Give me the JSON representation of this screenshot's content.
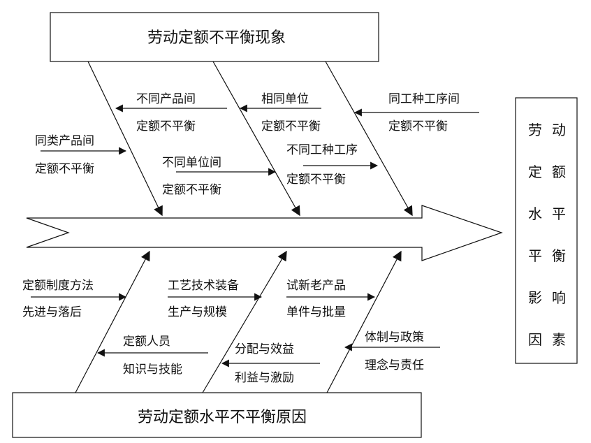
{
  "top_box": {
    "title": "劳动定额不平衡现象"
  },
  "bottom_box": {
    "title": "劳动定额水平不平衡原因"
  },
  "side_box": {
    "chars": [
      "劳",
      "动",
      "定",
      "额",
      "水",
      "平",
      "平",
      "衡",
      "影",
      "响",
      "因",
      "素"
    ]
  },
  "top_labels": [
    {
      "line1": "不同产品间",
      "line2": "定额不平衡"
    },
    {
      "line1": "相同单位",
      "line2": "定额不平衡"
    },
    {
      "line1": "同工种工序间",
      "line2": "定额不平衡"
    },
    {
      "line1": "同类产品间",
      "line2": "定额不平衡"
    },
    {
      "line1": "不同单位间",
      "line2": "定额不平衡"
    },
    {
      "line1": "不同工种工序",
      "line2": "定额不平衡"
    }
  ],
  "bottom_labels": [
    {
      "line1": "定额制度方法",
      "line2": "先进与落后"
    },
    {
      "line1": "工艺技术装备",
      "line2": "生产与规模"
    },
    {
      "line1": "试新老产品",
      "line2": "单件与批量"
    },
    {
      "line1": "定额人员",
      "line2": "知识与技能"
    },
    {
      "line1": "分配与效益",
      "line2": "利益与激励"
    },
    {
      "line1": "体制与政策",
      "line2": "理念与责任"
    }
  ],
  "colors": {
    "line": "#111111",
    "background": "#ffffff"
  }
}
